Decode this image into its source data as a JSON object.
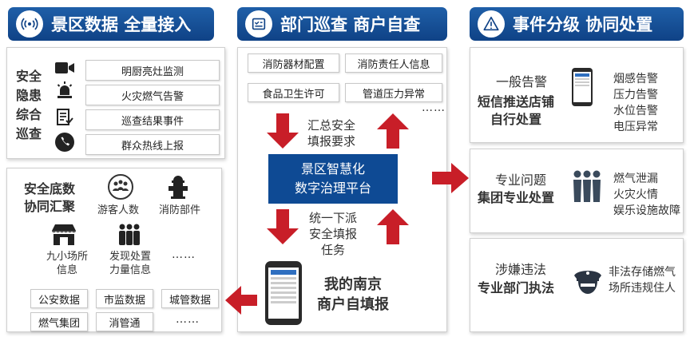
{
  "headers": {
    "left": "景区数据 全量接入",
    "middle": "部门巡查 商户自查",
    "right": "事件分级 协同处置"
  },
  "left_top": {
    "title_lines": [
      "安全",
      "隐患",
      "综合",
      "巡查"
    ],
    "items": [
      "明厨亮灶监测",
      "火灾燃气告警",
      "巡查结果事件",
      "群众热线上报"
    ]
  },
  "left_bottom": {
    "title_lines": [
      "安全底数",
      "协同汇聚"
    ],
    "icons": [
      {
        "label": "游客人数"
      },
      {
        "label": "消防部件"
      },
      {
        "label": "九小场所\n信息"
      },
      {
        "label": "发现处置\n力量信息"
      }
    ],
    "icons_more": "……",
    "tags": [
      "公安数据",
      "市监数据",
      "城管数据",
      "燃气集团",
      "消管通"
    ],
    "tags_more": "……"
  },
  "middle": {
    "tags": [
      "消防器材配置",
      "消防责任人信息",
      "食品卫生许可",
      "管道压力异常"
    ],
    "tags_more": "……",
    "up_text": [
      "汇总安全",
      "填报要求"
    ],
    "central": [
      "景区智慧化",
      "数字治理平台"
    ],
    "down_text": [
      "统一下派",
      "安全填报",
      "任务"
    ],
    "app_label": [
      "我的南京",
      "商户自填报"
    ]
  },
  "right": [
    {
      "title": "一般告警",
      "subtitle": [
        "短信推送店铺",
        "自行处置"
      ],
      "items": [
        "烟感告警",
        "压力告警",
        "水位告警",
        "电压异常"
      ]
    },
    {
      "title": "专业问题",
      "subtitle": [
        "集团专业处置"
      ],
      "items": [
        "燃气泄漏",
        "火灾火情",
        "娱乐设施故障"
      ]
    },
    {
      "title": "涉嫌违法",
      "subtitle": [
        "专业部门执法"
      ],
      "items": [
        "非法存储燃气",
        "场所违规住人"
      ]
    }
  ],
  "colors": {
    "header": "#0f4286",
    "accent_red": "#c81e28",
    "platform": "#0e4a94"
  }
}
